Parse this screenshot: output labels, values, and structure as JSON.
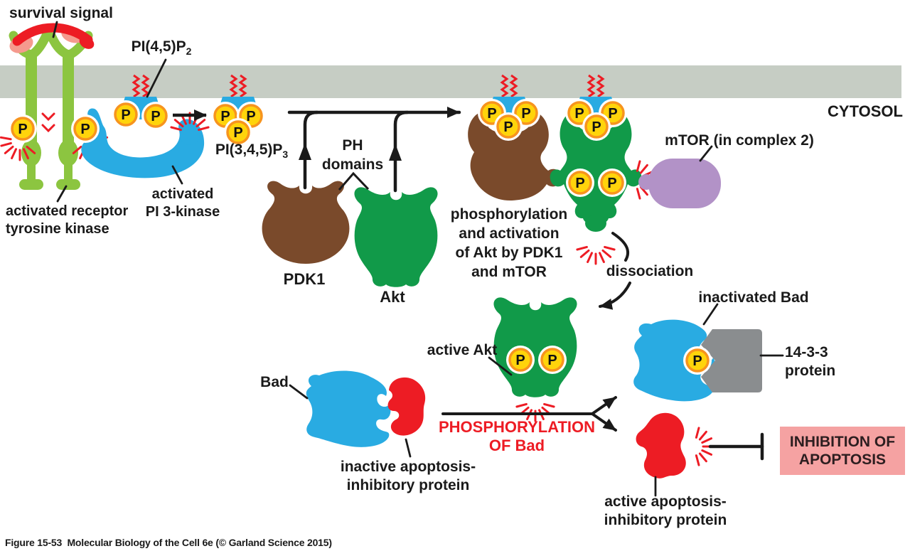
{
  "figure": {
    "caption": "Figure 15-53  Molecular Biology of the Cell 6e (© Garland Science 2015)"
  },
  "labels": {
    "p": "P",
    "survival_signal": "survival signal",
    "pip2_main": "PI(4,5)P",
    "pip2_sub": "2",
    "pip3_main": "PI(3,4,5)P",
    "pip3_sub": "3",
    "activated_receptor": [
      "activated receptor",
      "tyrosine kinase"
    ],
    "activated_pi3k": [
      "activated",
      "PI 3-kinase"
    ],
    "ph_domains": [
      "PH",
      "domains"
    ],
    "pdk1": "PDK1",
    "akt": "Akt",
    "phospho_activation": [
      "phosphorylation",
      "and activation",
      "of Akt by PDK1",
      "and mTOR"
    ],
    "mtor": "mTOR (in complex 2)",
    "cytosol": "CYTOSOL",
    "dissociation": "dissociation",
    "active_akt": "active Akt",
    "bad": "Bad",
    "inactive_inhibitor": [
      "inactive apoptosis-",
      "inhibitory protein"
    ],
    "phosphorylation_of_bad": [
      "PHOSPHORYLATION",
      "OF Bad"
    ],
    "inactivated_bad": "inactivated Bad",
    "protein_14_3_3": [
      "14-3-3",
      "protein"
    ],
    "active_inhibitor": [
      "active apoptosis-",
      "inhibitory protein"
    ],
    "inhibition_of_apoptosis": [
      "INHIBITION OF",
      "APOPTOSIS"
    ]
  },
  "colors": {
    "membrane_gray": "#c6cdc4",
    "receptor_green": "#8cc540",
    "ligand_red": "#ed1c24",
    "ligand_pink": "#f59a8e",
    "pi3k_blue": "#29abe2",
    "pdk1_brown": "#7a4a2b",
    "akt_green": "#119a49",
    "mtor_purple": "#b292c7",
    "bad_blue": "#29abe2",
    "inhibitor_red": "#ed1c24",
    "protein_14_3_3_gray": "#8a8d8f",
    "phosphate_yellow": "#ffd40b",
    "phosphate_ring_orange": "#f7941e",
    "inhibition_box_pink": "#f5a2a2",
    "red_text": "#ed1c24",
    "line_black": "#1a1a1a"
  }
}
